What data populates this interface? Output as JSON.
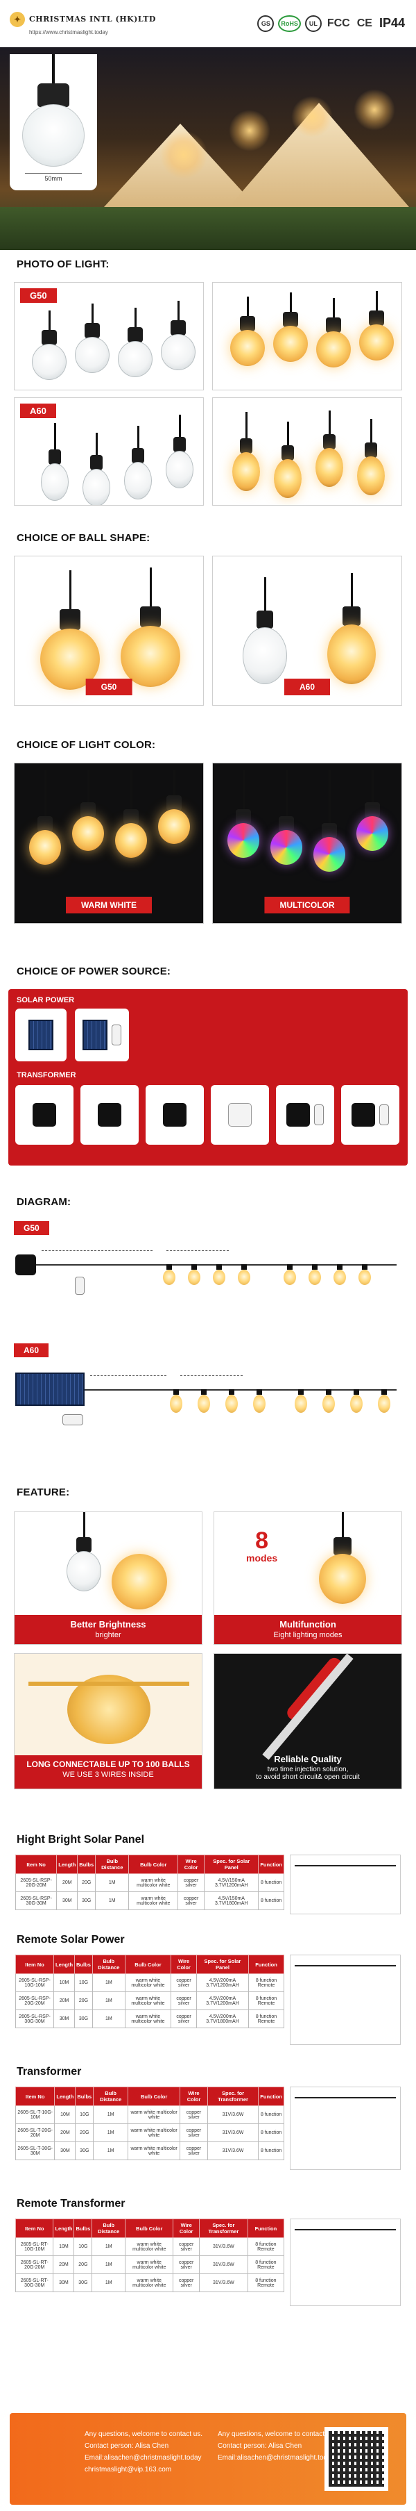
{
  "header": {
    "brand": "CHRISTMAS INTL (HK)LTD",
    "url": "https://www.christmaslight.today",
    "certs": [
      "GS",
      "RoHS",
      "UL",
      "FCC",
      "CE",
      "IP44"
    ]
  },
  "hero": {
    "dimension": "50mm"
  },
  "sections": {
    "photo": "PHOTO OF LIGHT:",
    "ball_shape": "CHOICE OF BALL SHAPE:",
    "light_color": "CHOICE OF LIGHT COLOR:",
    "power": "CHOICE OF POWER SOURCE:",
    "diagram": "DIAGRAM:",
    "feature": "FEATURE:"
  },
  "tags": {
    "g50": "G50",
    "a60": "A60",
    "warm": "WARM WHITE",
    "multi": "MULTICOLOR"
  },
  "power": {
    "solar_label": "SOLAR POWER",
    "transformer_label": "TRANSFORMER"
  },
  "features": {
    "brightness_title": "Better Brightness",
    "brightness_sub": "brighter",
    "modes_number": "8",
    "modes_word": "modes",
    "multi_title": "Multifunction",
    "multi_sub": "Eight lighting modes",
    "connect_title": "LONG CONNECTABLE UP TO 100 BALLS",
    "connect_sub": "WE USE 3 WIRES INSIDE",
    "quality_title": "Reliable Quality",
    "quality_sub1": "two time injection solution,",
    "quality_sub2": "to avoid short  circuit& open circuit"
  },
  "tables": [
    {
      "title": "Hight Bright Solar Panel",
      "headers": [
        "Item No",
        "Length",
        "Bulbs",
        "Bulb Distance",
        "Bulb Color",
        "Wire Color",
        "Spec. for Solar Panel",
        "Function"
      ],
      "rows": [
        [
          "2605-SL-RSP-20G-20M",
          "20M",
          "20G",
          "1M",
          "warm white multicolor white",
          "copper silver",
          "4.5V/150mA 3.7V/1200mAH",
          "8 function"
        ],
        [
          "2605-SL-RSP-30G-30M",
          "30M",
          "30G",
          "1M",
          "warm white multicolor white",
          "copper silver",
          "4.5V/150mA 3.7V/1800mAH",
          "8 function"
        ]
      ]
    },
    {
      "title": "Remote Solar Power",
      "headers": [
        "Item No",
        "Length",
        "Bulbs",
        "Bulb Distance",
        "Bulb Color",
        "Wire Color",
        "Spec. for Solar Panel",
        "Function"
      ],
      "rows": [
        [
          "2605-SL-RSP-10G-10M",
          "10M",
          "10G",
          "1M",
          "warm white multicolor white",
          "copper silver",
          "4.5V/200mA 3.7V/1200mAH",
          "8 function Remote"
        ],
        [
          "2605-SL-RSP-20G-20M",
          "20M",
          "20G",
          "1M",
          "warm white multicolor white",
          "copper silver",
          "4.5V/200mA 3.7V/1200mAH",
          "8 function Remote"
        ],
        [
          "2605-SL-RSP-30G-30M",
          "30M",
          "30G",
          "1M",
          "warm white multicolor white",
          "copper silver",
          "4.5V/200mA 3.7V/1800mAH",
          "8 function Remote"
        ]
      ]
    },
    {
      "title": "Transformer",
      "headers": [
        "Item No",
        "Length",
        "Bulbs",
        "Bulb Distance",
        "Bulb Color",
        "Wire Color",
        "Spec. for Transformer",
        "Function"
      ],
      "rows": [
        [
          "2605-SL-T-10G-10M",
          "10M",
          "10G",
          "1M",
          "warm white multicolor white",
          "copper silver",
          "31V/3.6W",
          "8 function"
        ],
        [
          "2605-SL-T-20G-20M",
          "20M",
          "20G",
          "1M",
          "warm white multicolor white",
          "copper silver",
          "31V/3.6W",
          "8 function"
        ],
        [
          "2605-SL-T-30G-30M",
          "30M",
          "30G",
          "1M",
          "warm white multicolor white",
          "copper silver",
          "31V/3.6W",
          "8 function"
        ]
      ]
    },
    {
      "title": "Remote Transformer",
      "headers": [
        "Item No",
        "Length",
        "Bulbs",
        "Bulb Distance",
        "Bulb Color",
        "Wire Color",
        "Spec. for Transformer",
        "Function"
      ],
      "rows": [
        [
          "2605-SL-RT-10G-10M",
          "10M",
          "10G",
          "1M",
          "warm white multicolor white",
          "copper silver",
          "31V/3.6W",
          "8 function Remote"
        ],
        [
          "2605-SL-RT-20G-20M",
          "20M",
          "20G",
          "1M",
          "warm white multicolor white",
          "copper silver",
          "31V/3.6W",
          "8 function Remote"
        ],
        [
          "2605-SL-RT-30G-30M",
          "30M",
          "30G",
          "1M",
          "warm white multicolor white",
          "copper silver",
          "31V/3.6W",
          "8 function Remote"
        ]
      ]
    }
  ],
  "footer": {
    "line1": "Any questions, welcome to contact us.",
    "line2": "Contact person: Alisa Chen",
    "line3": "Email:alisachen@christmaslight.today",
    "line4": "christmaslight@vip.163.com",
    "line5": "Any questions, welcome to contact us.",
    "line6": "Contact person: Alisa Chen",
    "line7": "Email:alisachen@christmaslight.today"
  },
  "colors": {
    "accent": "#c8171c",
    "footer": "#f26a1b"
  }
}
